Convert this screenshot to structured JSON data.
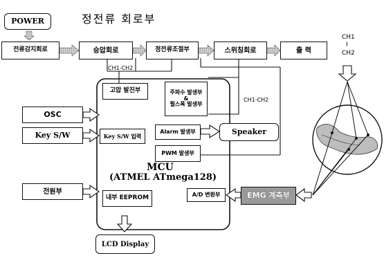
{
  "title": "정전류 회로부",
  "blocks": {
    "power": "POWER",
    "current_detect": "전류감지회로",
    "boost": "승압회로",
    "cc_control": "정전류조절부",
    "switching": "스위칭회로",
    "output": "출 력",
    "hv_osc": "고압 발진부",
    "freq_pulse_1": "주파수 발생부",
    "freq_pulse_amp": "&",
    "freq_pulse_2": "펄스폭 발생부",
    "osc": "OSC",
    "key_sw": "Key S/W",
    "key_input": "Key S/W 입력",
    "alarm_gen": "Alarm 발생부",
    "speaker": "Speaker",
    "pwm_gen": "PWM 발생부",
    "mcu_1": "MCU",
    "mcu_2": "(ATMEL ATmega128)",
    "power_unit": "전원부",
    "eeprom": "내부 EEPROM",
    "adc": "A/D 변환부",
    "emg": "EMG 계측부",
    "lcd": "LCD Display"
  },
  "labels": {
    "ch_top": "CH1-CH2",
    "ch_mid": "CH1-CH2",
    "ch1": "CH1",
    "ch_sep": "I",
    "ch2": "CH2"
  }
}
